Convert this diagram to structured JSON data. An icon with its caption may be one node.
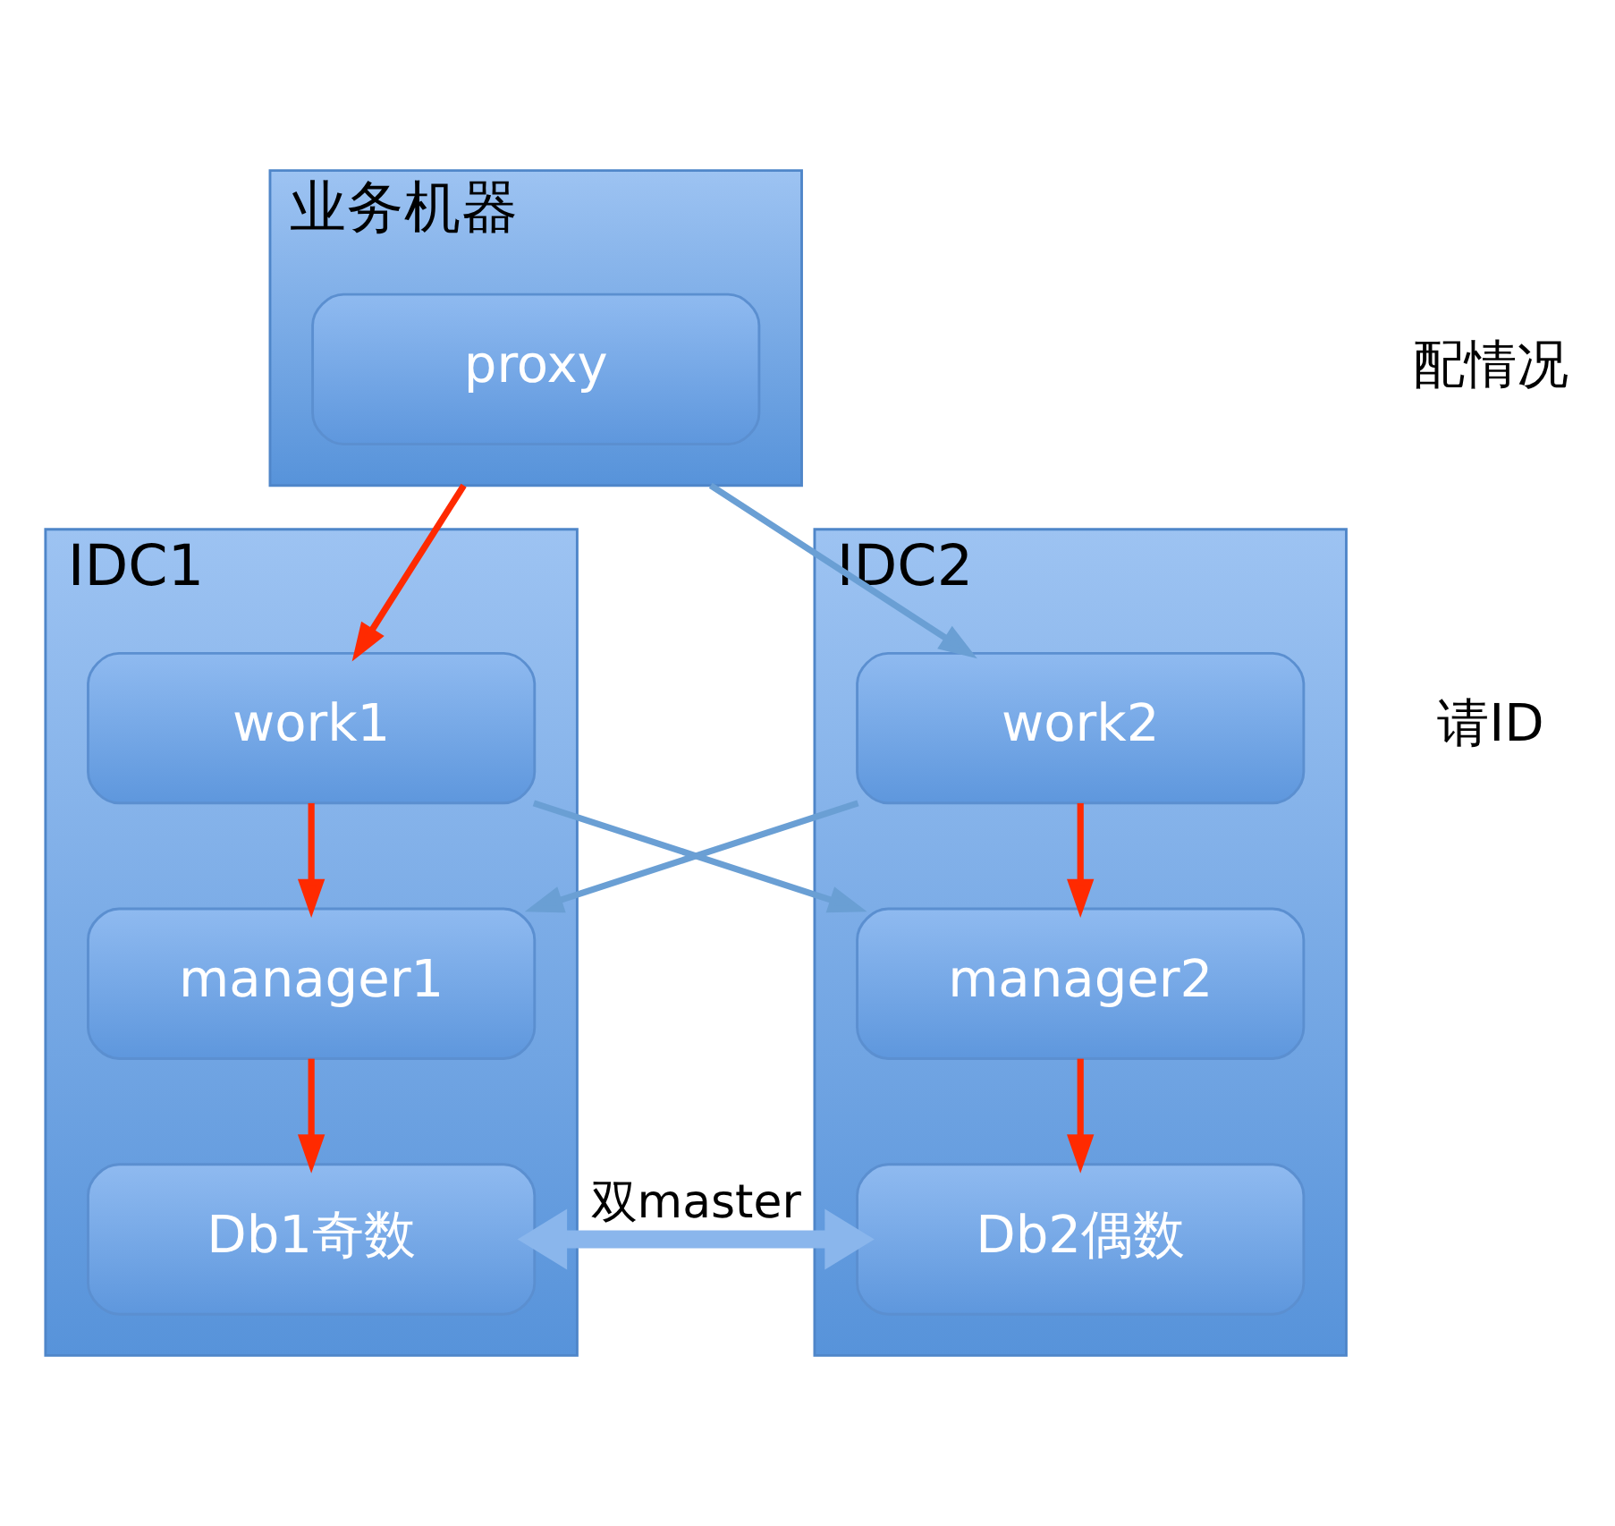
{
  "diagram": {
    "nodes": [
      {
        "text": [
          "业务机器"
        ]
      },
      {
        "text": [
          "proxy"
        ],
        "in": 0
      },
      {
        "text": [
          "IDC1"
        ]
      },
      {
        "text": [
          "work1"
        ],
        "in": 2
      },
      {
        "text": [
          "manager1"
        ],
        "in": 2
      },
      {
        "text": [
          "Db1奇数"
        ],
        "in": 2
      },
      {
        "text": [
          "IDC2"
        ]
      },
      {
        "text": [
          "work2"
        ],
        "in": 6
      },
      {
        "text": [
          "manager2"
        ],
        "in": 6
      },
      {
        "text": [
          "Db2偶数"
        ],
        "in": 6
      }
    ],
    "edges": [
      {
        "from": 0,
        "to": 3,
        "arrow": "to"
      },
      {
        "from": 0,
        "to": 7,
        "arrow": "to",
        "color": "#6a9fd4"
      },
      {
        "from": 3,
        "to": 4,
        "arrow": "to"
      },
      {
        "from": 3,
        "to": 8,
        "arrow": "to",
        "color": "#6a9fd4"
      },
      {
        "from": 7,
        "to": 4,
        "arrow": "to",
        "color": "#6a9fd4"
      },
      {
        "from": 7,
        "to": 8,
        "arrow": "to"
      },
      {
        "from": 4,
        "to": 5,
        "arrow": "to"
      },
      {
        "from": 8,
        "to": 9,
        "arrow": "to"
      },
      {
        "from": 5,
        "to": 9,
        "arrow": "both",
        "label": "双master",
        "style": "thick",
        "color": "#8ab6ec"
      }
    ],
    "labels": [
      "配情况",
      "请ID"
    ]
  }
}
